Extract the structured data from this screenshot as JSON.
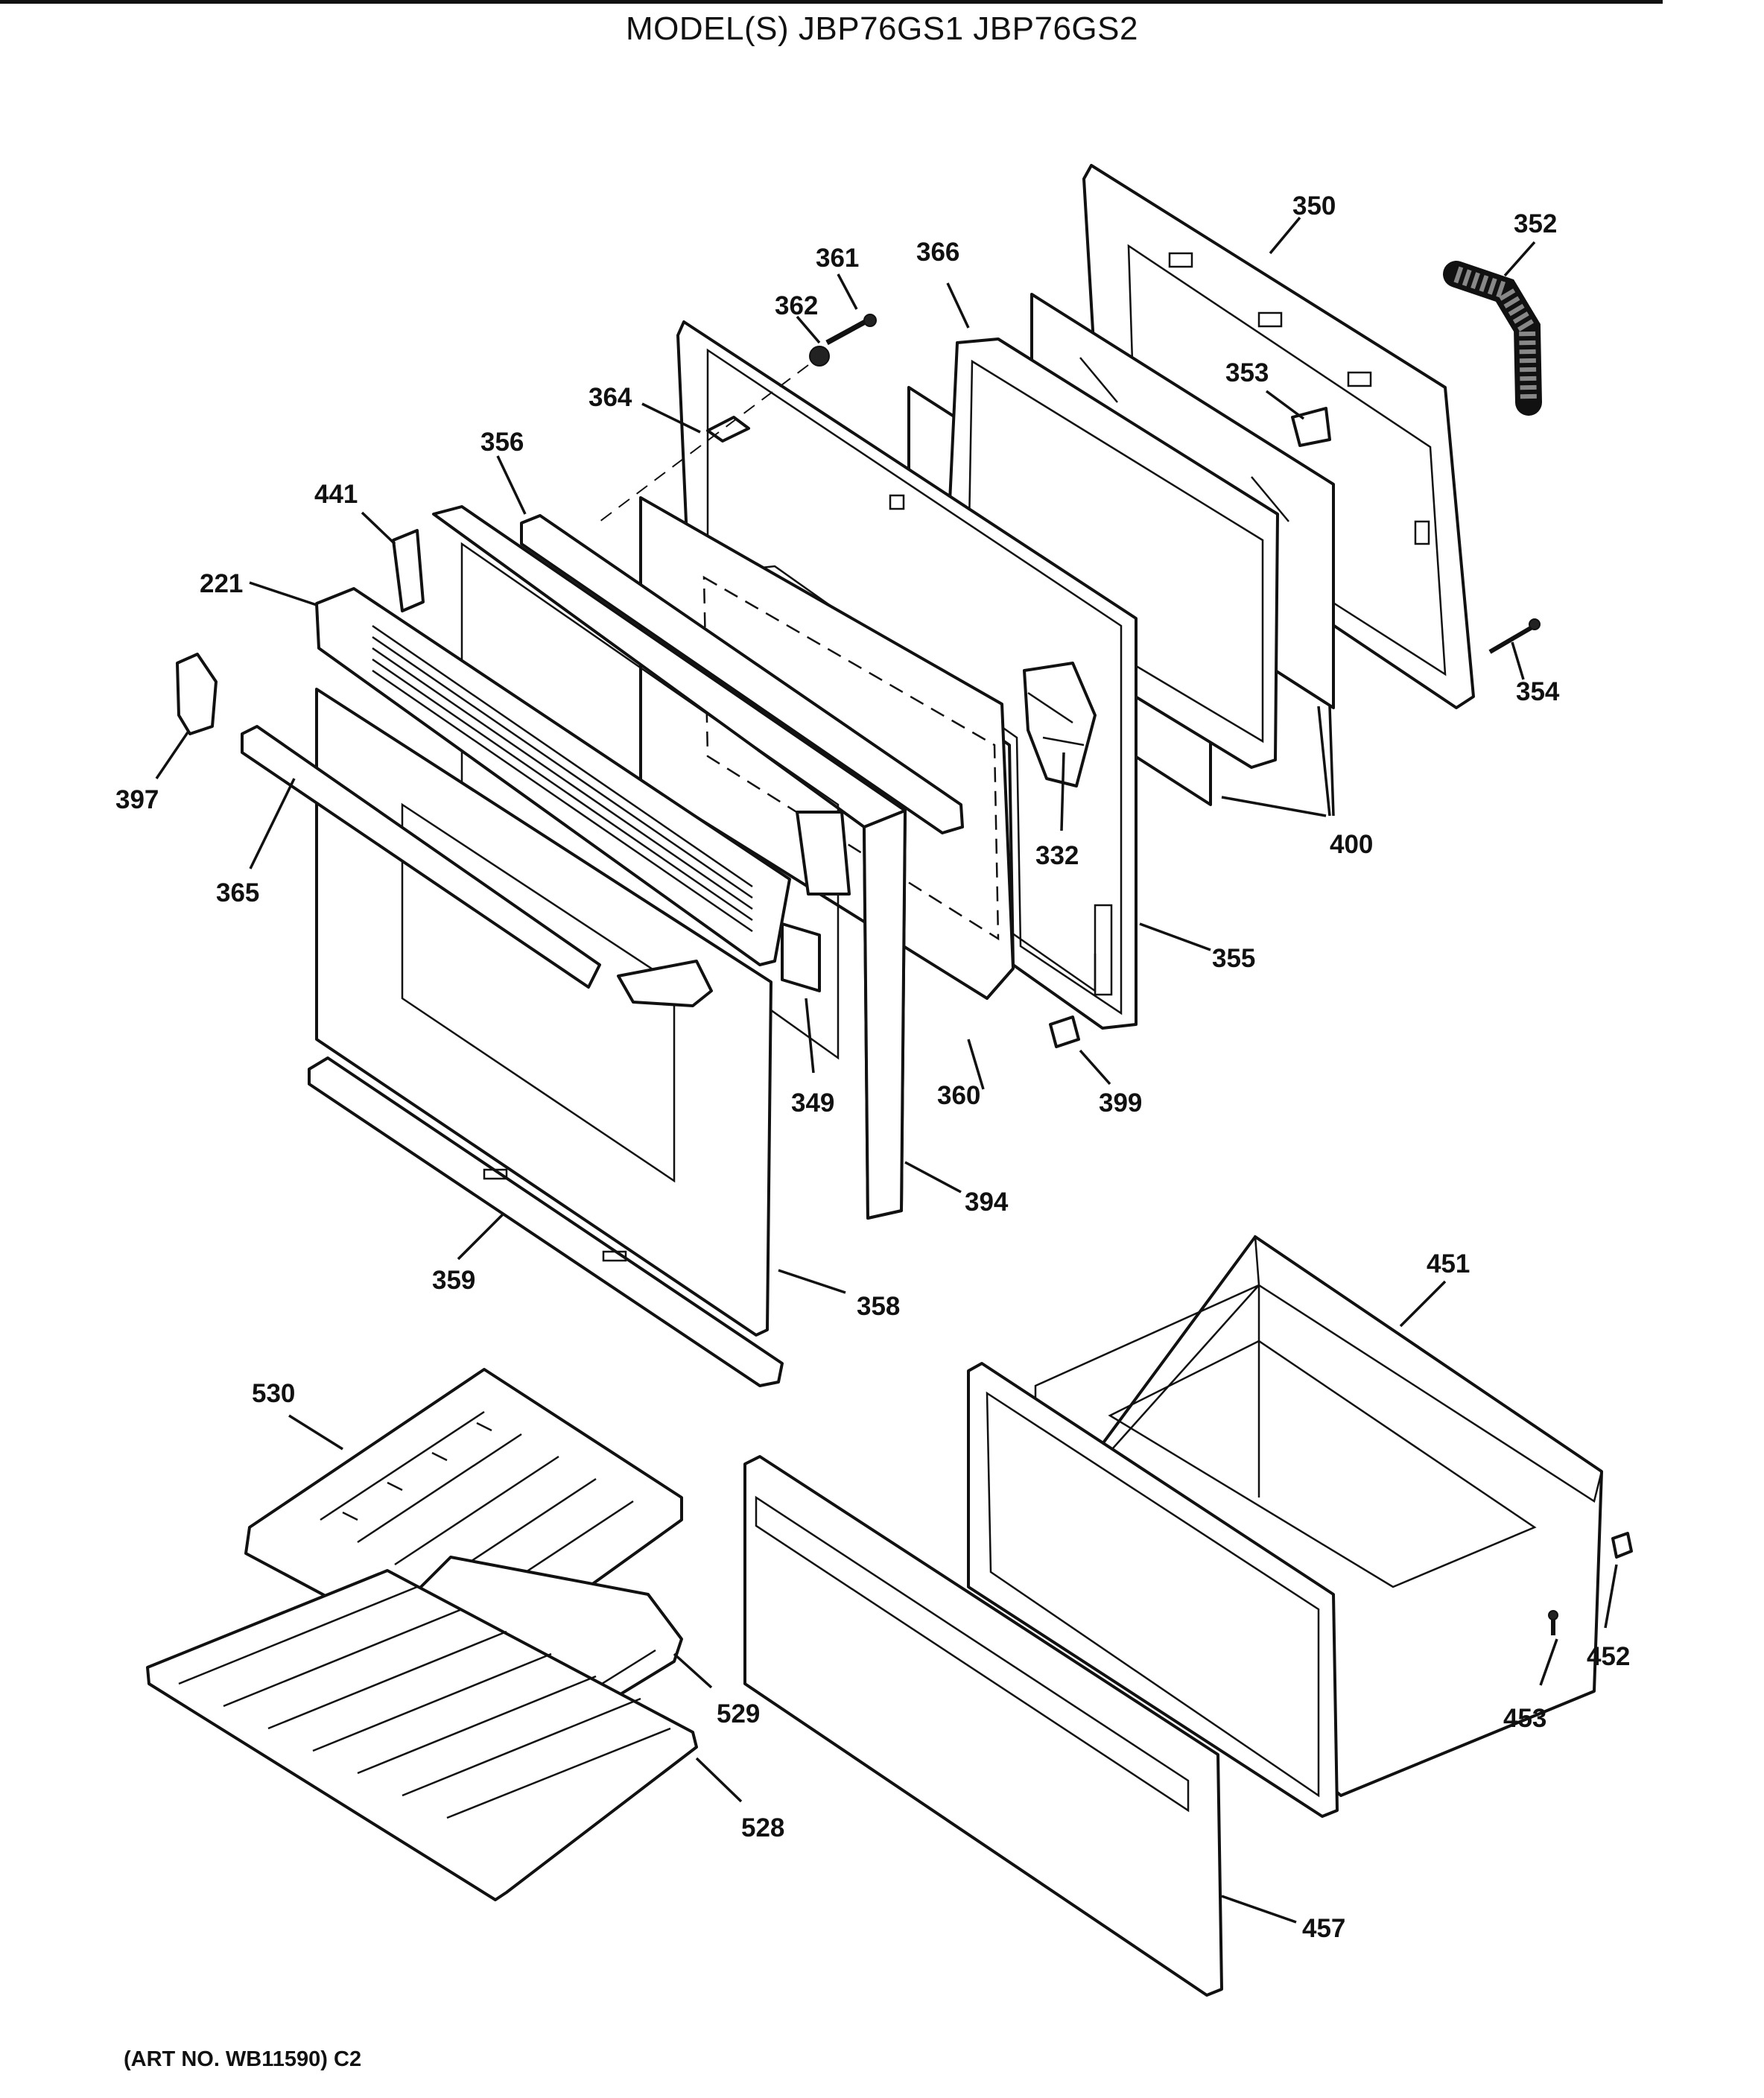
{
  "title": "MODEL(S) JBP76GS1  JBP76GS2",
  "footer": "(ART NO. WB11590) C2",
  "callouts": [
    "350",
    "352",
    "361",
    "366",
    "362",
    "353",
    "364",
    "356",
    "441",
    "221",
    "397",
    "365",
    "354",
    "400",
    "332",
    "355",
    "349",
    "360",
    "399",
    "394",
    "359",
    "358",
    "451",
    "530",
    "452",
    "529",
    "453",
    "528",
    "457"
  ]
}
